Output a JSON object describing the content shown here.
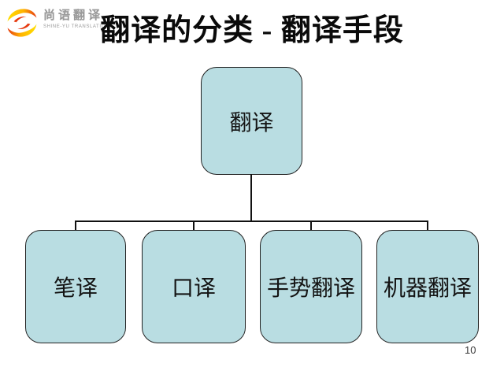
{
  "slide": {
    "title": "翻译的分类 - 翻译手段",
    "page_number": "10",
    "background_color": "#ffffff"
  },
  "logo": {
    "icon": "shine-yu-swirl-logo-icon",
    "brand_cn": "尚语翻译",
    "brand_en": "SHINE-YU TRANSLATION",
    "colors": {
      "swirl_yellow": "#ffdf00",
      "swirl_orange": "#ff9d00",
      "swirl_red": "#e63a10",
      "text_gray": "#9b9b9b"
    }
  },
  "diagram": {
    "type": "org-chart",
    "root": {
      "label": "翻译"
    },
    "children": [
      {
        "label": "笔译"
      },
      {
        "label": "口译"
      },
      {
        "label": "手势翻译"
      },
      {
        "label": "机器翻译"
      }
    ],
    "box_fill": "#b9dde2",
    "box_border": "#222222",
    "line_color": "#111111"
  }
}
